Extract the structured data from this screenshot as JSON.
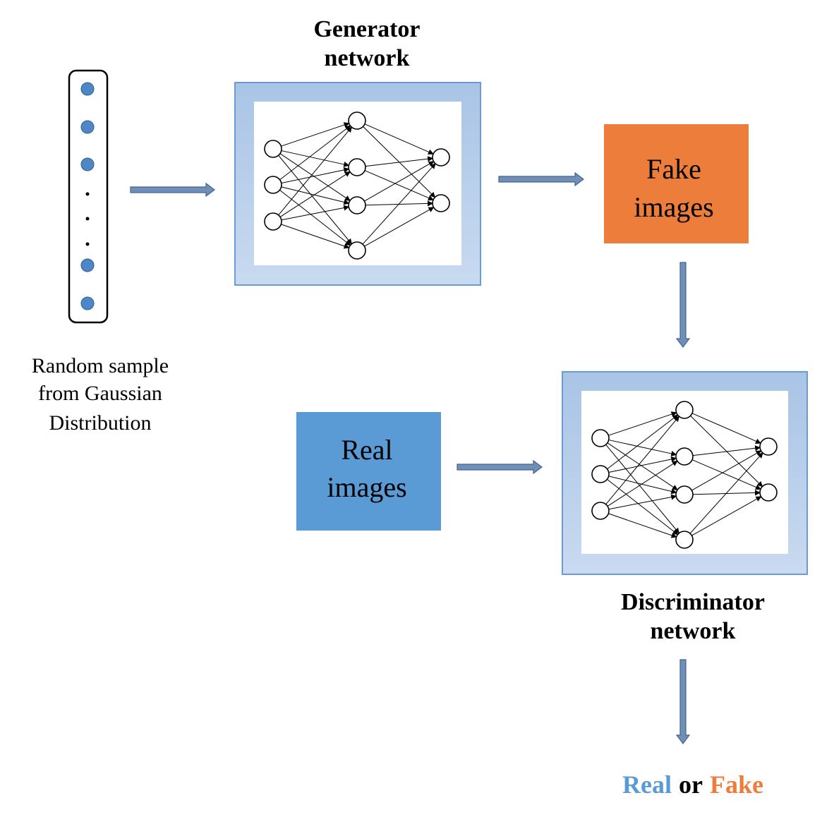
{
  "generator": {
    "title_line1": "Generator",
    "title_line2": "network"
  },
  "discriminator": {
    "title_line1": "Discriminator",
    "title_line2": "network"
  },
  "noise": {
    "label_line1": "Random sample",
    "label_line2": "from Gaussian",
    "label_line3": "Distribution"
  },
  "fake_box": {
    "line1": "Fake",
    "line2": "images"
  },
  "real_box": {
    "line1": "Real",
    "line2": "images"
  },
  "output": {
    "real": "Real",
    "or": "or",
    "fake": "Fake"
  },
  "colors": {
    "fake_fill": "#ED7D3B",
    "real_fill": "#5B9BD5",
    "network_frame": "#A9C4E6",
    "network_frame_border": "#6C9BD2",
    "arrow_fill": "#6F8FB9",
    "arrow_stroke": "#41648F",
    "noise_dot": "#4E86C6",
    "output_real": "#5B9BD5",
    "output_fake": "#ED7D3B"
  }
}
